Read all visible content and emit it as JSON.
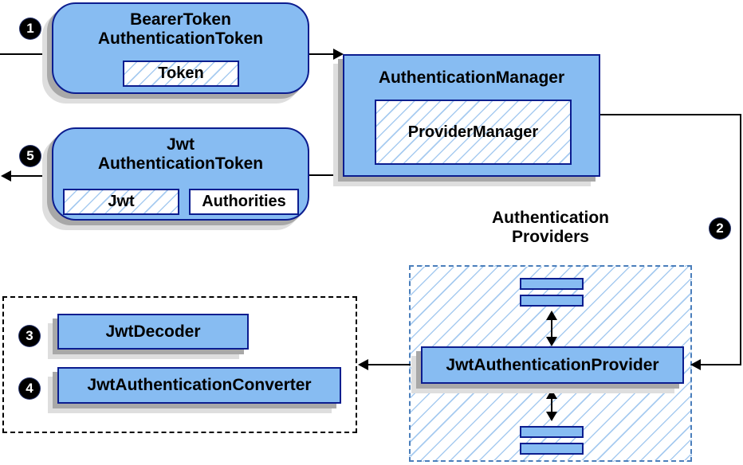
{
  "colors": {
    "box_fill": "#87bcf2",
    "box_border": "#0c1d8f",
    "hatch_line": "#a7cbf0",
    "providers_dash_border": "#4a7ebb",
    "connector": "#000000",
    "badge_fill": "#000000",
    "badge_text": "#ffffff",
    "shadow_dark": "#a8a8a8",
    "shadow_light": "#dedede",
    "background": "#ffffff"
  },
  "nodes": {
    "bearer_token_box": {
      "title_line1": "BearerToken",
      "title_line2": "AuthenticationToken",
      "field_token": "Token"
    },
    "jwt_token_box": {
      "title_line1": "Jwt",
      "title_line2": "AuthenticationToken",
      "field_jwt": "Jwt",
      "field_authorities": "Authorities"
    },
    "authentication_manager_box": {
      "title": "AuthenticationManager",
      "field_provider_manager": "ProviderManager"
    },
    "providers_group": {
      "label_line1": "Authentication",
      "label_line2": "Providers"
    },
    "jwt_authentication_provider_box": {
      "title": "JwtAuthenticationProvider"
    },
    "jwt_decoder_box": {
      "title": "JwtDecoder"
    },
    "jwt_authentication_converter_box": {
      "title": "JwtAuthenticationConverter"
    }
  },
  "step_badges": {
    "s1": "1",
    "s2": "2",
    "s3": "3",
    "s4": "4",
    "s5": "5"
  }
}
